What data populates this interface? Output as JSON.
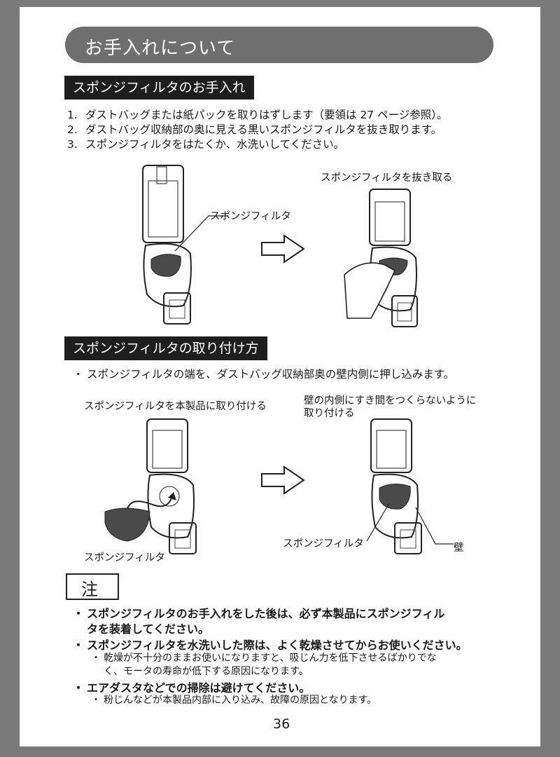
{
  "header": {
    "title": "お手入れについて"
  },
  "section1": {
    "heading": "スポンジフィルタのお手入れ",
    "steps": [
      {
        "num": "1.",
        "text": "ダストバッグまたは紙パックを取りはずします（要領は 27 ページ参照）。"
      },
      {
        "num": "2.",
        "text": "ダストバッグ収納部の奥に見える黒いスポンジフィルタを抜き取ります。"
      },
      {
        "num": "3.",
        "text": "スポンジフィルタをはたくか、水洗いしてください。"
      }
    ],
    "label_filter": "スポンジフィルタ",
    "caption_remove": "スポンジフィルタを抜き取る"
  },
  "section2": {
    "heading": "スポンジフィルタの取り付け方",
    "bullet": "スポンジフィルタの端を、ダストバッグ収納部奥の壁内側に押し込みます。",
    "caption_attach": "スポンジフィルタを本製品に取り付ける",
    "caption_wall_line1": "壁の内側にすき間をつくらないように",
    "caption_wall_line2": "取り付ける",
    "label_filter_left": "スポンジフィルタ",
    "label_filter_right": "スポンジフィルタ",
    "label_wall": "壁"
  },
  "caution": {
    "label": "注",
    "notes": [
      {
        "line1": "スポンジフィルタのお手入れをした後は、必ず本製品にスポンジフィル",
        "line2": "タを装着してください。"
      },
      {
        "line1": "スポンジフィルタを水洗いした際は、よく乾燥させてからお使いください。"
      }
    ],
    "subnote1": {
      "line1": "乾燥が不十分のままお使いになりますと、吸じん力を低下させるばかりでな",
      "line2": "く、モータの寿命が低下する原因になります。"
    },
    "note3": "エアダスタなどでの掃除は避けてください。",
    "subnote2": "粉じんなどが本製品内部に入り込み、故障の原因となります。"
  },
  "bullet_mark": "・",
  "page_number": "36"
}
